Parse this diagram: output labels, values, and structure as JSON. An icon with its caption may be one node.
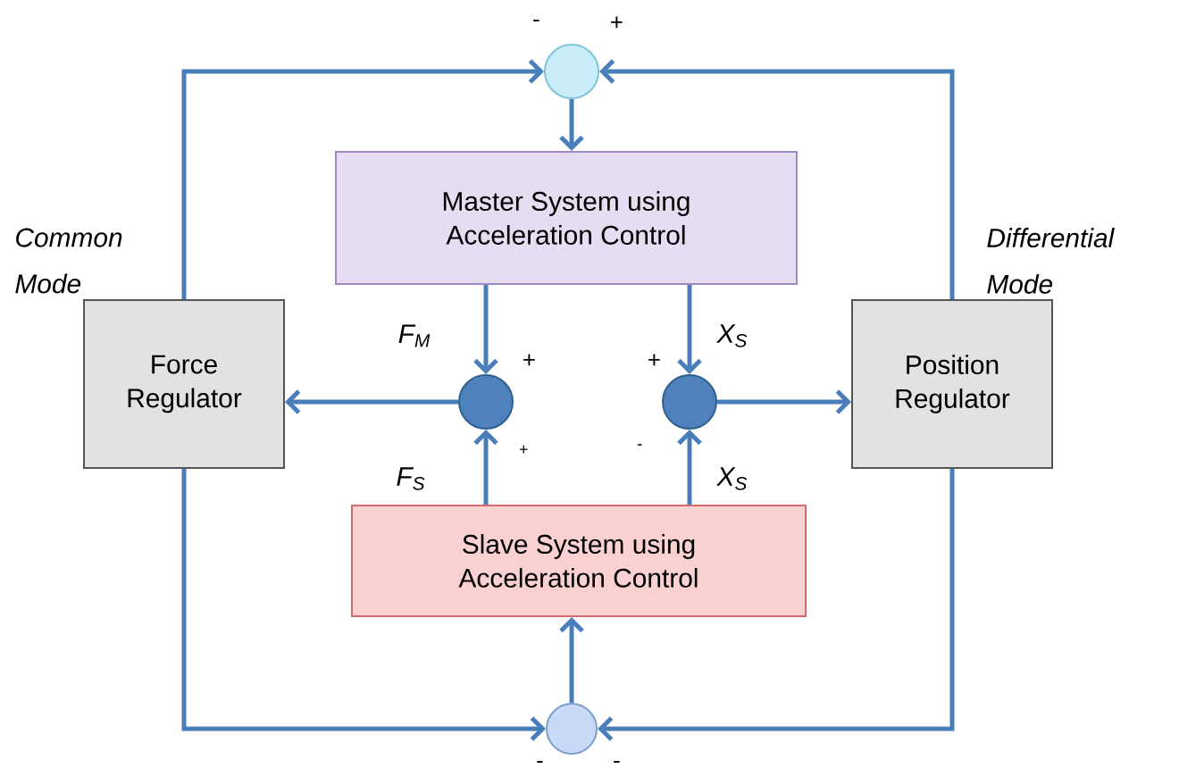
{
  "diagram": {
    "nodes": [
      {
        "text": [],
        "shape": "circle"
      },
      {
        "text": [
          "Master System using Acceleration Control"
        ]
      },
      {
        "text": [
          "Force Regulator"
        ]
      },
      {
        "text": [],
        "shape": "circle"
      },
      {
        "text": [],
        "shape": "circle"
      },
      {
        "text": [
          "Position Regulator"
        ]
      },
      {
        "text": [
          "Slave System using Acceleration Control"
        ]
      },
      {
        "text": [],
        "shape": "circle"
      }
    ],
    "edges": [
      {
        "from": 0,
        "to": 1,
        "arrow": "to"
      },
      {
        "from": 1,
        "to": 3,
        "arrow": "to",
        "label": "F$_{M}$"
      },
      {
        "from": 1,
        "to": 4,
        "arrow": "to",
        "label": "X$_{S}$"
      },
      {
        "from": 6,
        "to": 3,
        "arrow": "to",
        "label": "F$_{S}$"
      },
      {
        "from": 6,
        "to": 4,
        "arrow": "to",
        "label": "X$_{S}$"
      },
      {
        "from": 3,
        "to": 2,
        "arrow": "to"
      },
      {
        "from": 4,
        "to": 5,
        "arrow": "to"
      },
      {
        "from": 2,
        "to": 0,
        "arrow": "to"
      },
      {
        "from": 5,
        "to": 0,
        "arrow": "to"
      },
      {
        "from": 2,
        "to": 7,
        "arrow": "to"
      },
      {
        "from": 5,
        "to": 7,
        "arrow": "to"
      },
      {
        "from": 7,
        "to": 6,
        "arrow": "to"
      }
    ],
    "labels": [
      "-",
      "+",
      "Common Mode",
      "Differential Mode",
      "+",
      "+",
      "+",
      "-",
      "-",
      "-"
    ]
  }
}
